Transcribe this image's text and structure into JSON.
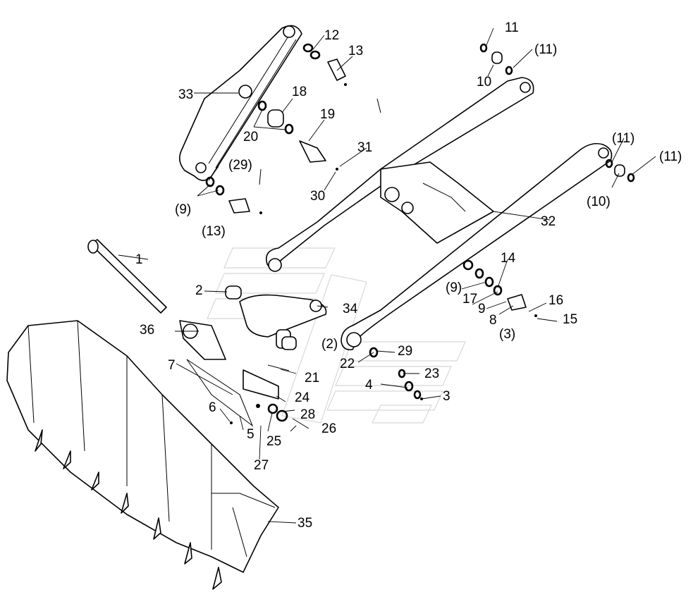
{
  "labels": {
    "p1": "1",
    "p2": "2",
    "p2b": "(2)",
    "p3": "3",
    "p3b": "(3)",
    "p4": "4",
    "p5": "5",
    "p6": "6",
    "p7": "7",
    "p8": "8",
    "p9": "9",
    "p9b": "(9)",
    "p9c": "(9)",
    "p10": "10",
    "p10b": "(10)",
    "p11": "11",
    "p11b": "(11)",
    "p11c": "(11)",
    "p11d": "(11)",
    "p12": "12",
    "p13": "13",
    "p13b": "(13)",
    "p14": "14",
    "p15": "15",
    "p16": "16",
    "p17": "17",
    "p18": "18",
    "p19": "19",
    "p20": "20",
    "p21": "21",
    "p22": "22",
    "p23": "23",
    "p24": "24",
    "p25": "25",
    "p26": "26",
    "p27": "27",
    "p28": "28",
    "p29": "29",
    "p29b": "(29)",
    "p30": "30",
    "p31": "31",
    "p32": "32",
    "p33": "33",
    "p34": "34",
    "p35": "35",
    "p36": "36"
  }
}
